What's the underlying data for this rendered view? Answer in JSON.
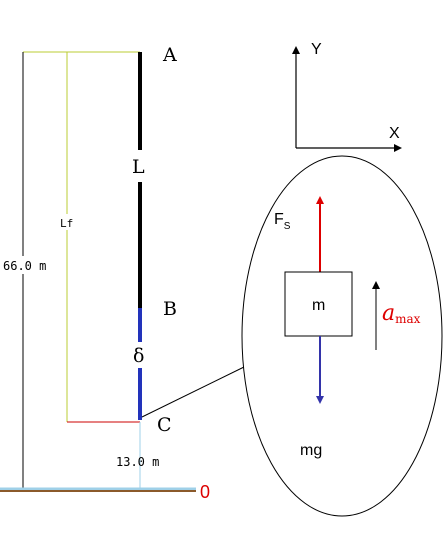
{
  "points": {
    "a": "A",
    "l": "L",
    "b": "B",
    "delta": "δ",
    "c": "C",
    "zero": "0"
  },
  "dimensions": {
    "lf": "Lf",
    "total_height": "66.0 m",
    "c_height": "13.0 m"
  },
  "axes": {
    "y": "Y",
    "x": "X"
  },
  "free_body": {
    "spring_force": "F",
    "spring_force_sub": "S",
    "mass": "m",
    "weight": "mg",
    "acceleration": "a",
    "acceleration_sub": "max"
  },
  "colors": {
    "cord": "#000000",
    "stretch": "#2233bb",
    "spring_force_arrow": "#dd0000",
    "weight_arrow": "#3333aa",
    "lf_bracket": "#bbcc33",
    "ground_water": "#9fd0e8",
    "ground_earth": "#8b5a2b",
    "zero_label": "#dd0000",
    "acceleration_label": "#dd0000"
  }
}
